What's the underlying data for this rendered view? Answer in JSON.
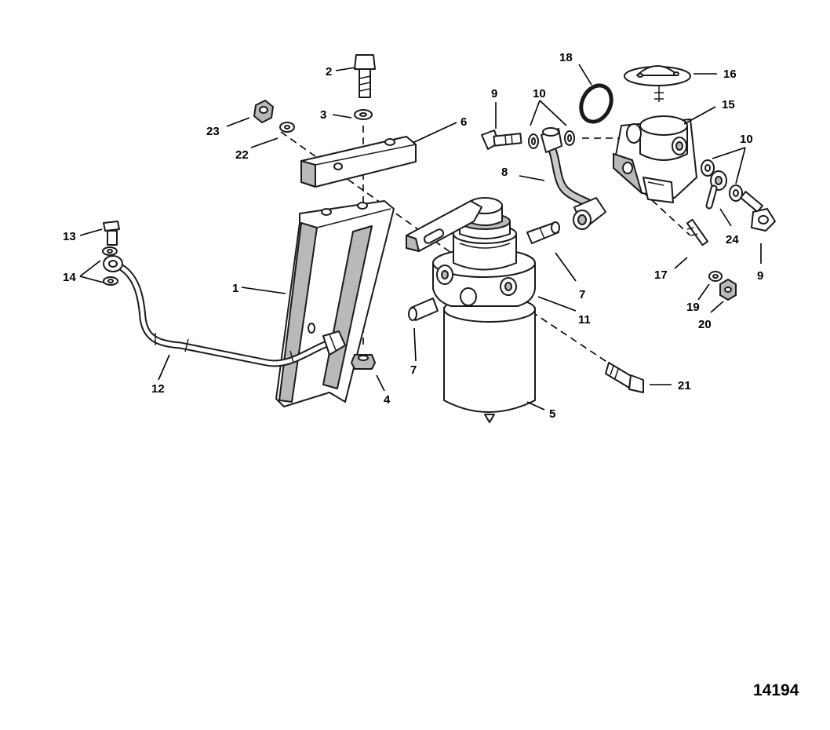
{
  "callouts": {
    "c1": "1",
    "c2": "2",
    "c3": "3",
    "c4": "4",
    "c5": "5",
    "c6": "6",
    "c7a": "7",
    "c7b": "7",
    "c8": "8",
    "c9a": "9",
    "c9b": "9",
    "c10a": "10",
    "c10b": "10",
    "c11": "11",
    "c12": "12",
    "c13": "13",
    "c14": "14",
    "c15": "15",
    "c16": "16",
    "c17": "17",
    "c18": "18",
    "c19": "19",
    "c20": "20",
    "c21": "21",
    "c22": "22",
    "c23": "23",
    "c24": "24"
  },
  "figure_number": "14194",
  "colors": {
    "line": "#1a1a1a",
    "shade": "#b9b9b9",
    "background": "#ffffff"
  }
}
